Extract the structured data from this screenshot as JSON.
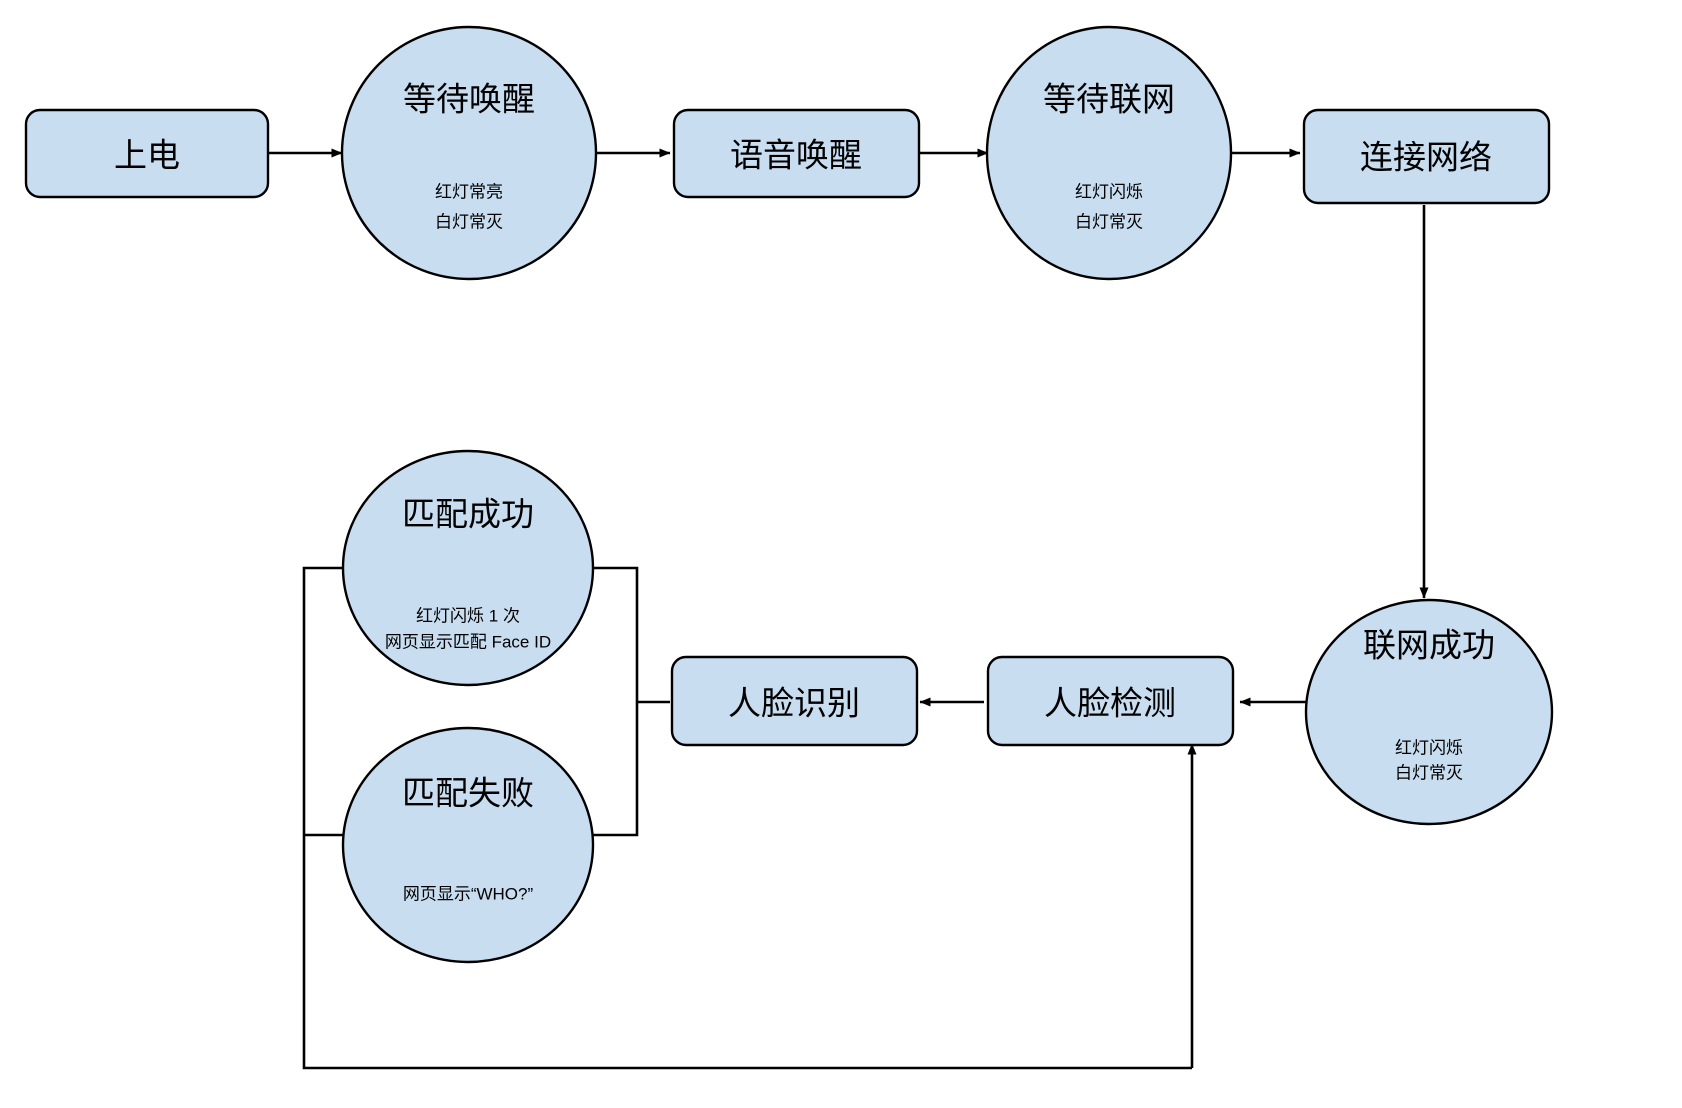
{
  "diagram": {
    "type": "flowchart",
    "background_color": "#ffffff",
    "node_fill_color": "#c8ddf0",
    "node_stroke_color": "#000000",
    "edge_color": "#000000",
    "nodes": [
      {
        "id": "power-on",
        "shape": "rounded-rect",
        "label": "上电",
        "sub": []
      },
      {
        "id": "wait-wakeup",
        "shape": "ellipse",
        "label": "等待唤醒",
        "sub": [
          "红灯常亮",
          "白灯常灭"
        ]
      },
      {
        "id": "voice-wakeup",
        "shape": "rounded-rect",
        "label": "语音唤醒",
        "sub": []
      },
      {
        "id": "wait-network",
        "shape": "ellipse",
        "label": "等待联网",
        "sub": [
          "红灯闪烁",
          "白灯常灭"
        ]
      },
      {
        "id": "connect-network",
        "shape": "rounded-rect",
        "label": "连接网络",
        "sub": []
      },
      {
        "id": "network-success",
        "shape": "ellipse",
        "label": "联网成功",
        "sub": [
          "红灯闪烁",
          "白灯常灭"
        ]
      },
      {
        "id": "face-detect",
        "shape": "rounded-rect",
        "label": "人脸检测",
        "sub": []
      },
      {
        "id": "face-recognize",
        "shape": "rounded-rect",
        "label": "人脸识别",
        "sub": []
      },
      {
        "id": "match-success",
        "shape": "ellipse",
        "label": "匹配成功",
        "sub": [
          "红灯闪烁 1 次",
          "网页显示匹配 Face ID"
        ]
      },
      {
        "id": "match-fail",
        "shape": "ellipse",
        "label": "匹配失败",
        "sub": [
          "网页显示“WHO?”"
        ]
      }
    ],
    "edges": [
      {
        "id": "e1",
        "from": "power-on",
        "to": "wait-wakeup",
        "arrow": true
      },
      {
        "id": "e2",
        "from": "wait-wakeup",
        "to": "voice-wakeup",
        "arrow": true
      },
      {
        "id": "e3",
        "from": "voice-wakeup",
        "to": "wait-network",
        "arrow": true
      },
      {
        "id": "e4",
        "from": "wait-network",
        "to": "connect-network",
        "arrow": true
      },
      {
        "id": "e5",
        "from": "connect-network",
        "to": "network-success",
        "arrow": true
      },
      {
        "id": "e6",
        "from": "network-success",
        "to": "face-detect",
        "arrow": true
      },
      {
        "id": "e7",
        "from": "face-detect",
        "to": "face-recognize",
        "arrow": true
      },
      {
        "id": "e8",
        "from": "face-recognize",
        "to": "match-success",
        "arrow": false
      },
      {
        "id": "e9",
        "from": "face-recognize",
        "to": "match-fail",
        "arrow": false
      },
      {
        "id": "e10",
        "from": "match-fail",
        "to": "face-detect",
        "arrow": true
      }
    ]
  }
}
